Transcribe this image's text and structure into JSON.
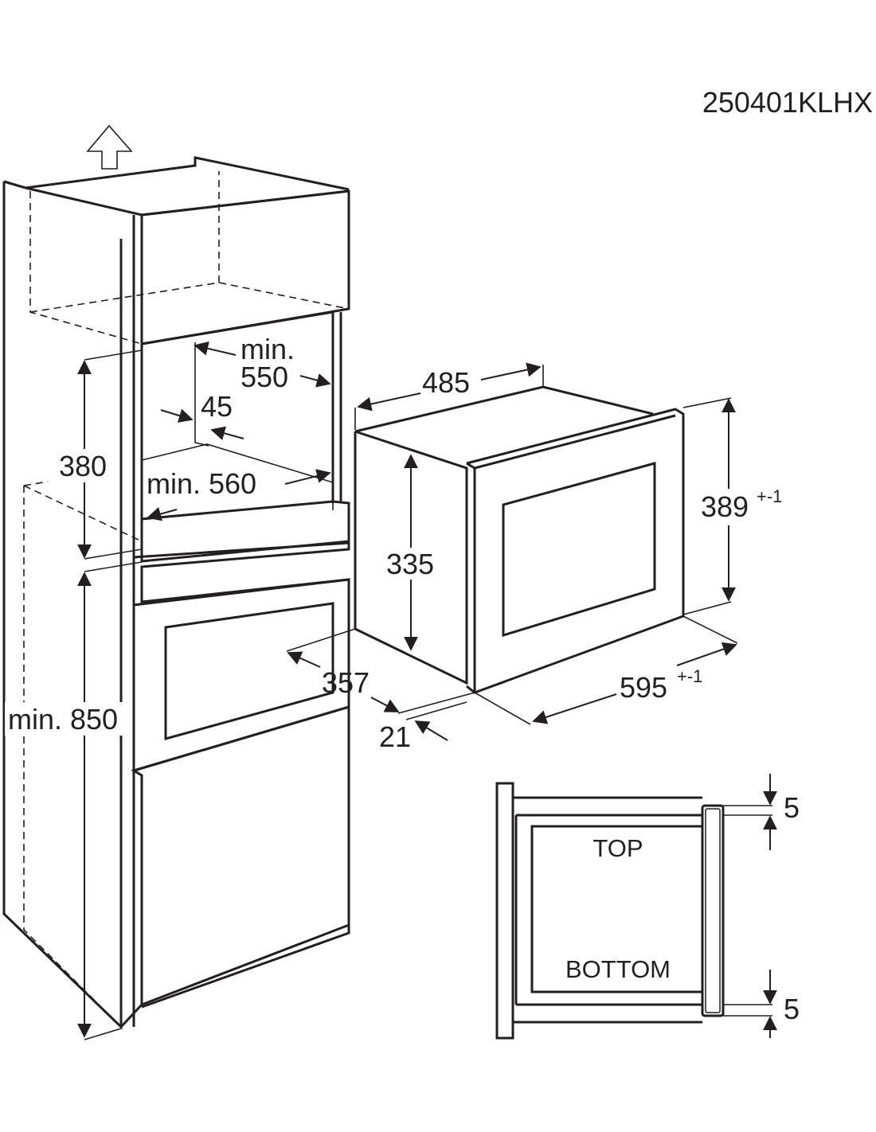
{
  "model_code": "250401KLHX",
  "cabinet": {
    "dims": {
      "min550_line1": "min.",
      "min550_line2": "550",
      "d45": "45",
      "h380": "380",
      "min560": "min. 560",
      "min850": "min. 850"
    }
  },
  "appliance": {
    "dims": {
      "w485": "485",
      "h335": "335",
      "h389": "389",
      "h389_tol": "+-1",
      "w595": "595",
      "w595_tol": "+-1",
      "d357": "357",
      "d21": "21"
    }
  },
  "side_view": {
    "top_label": "TOP",
    "bottom_label": "BOTTOM",
    "gap_top": "5",
    "gap_bottom": "5"
  }
}
